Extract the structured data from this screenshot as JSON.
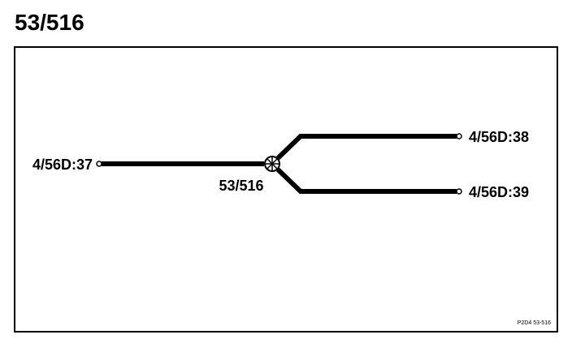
{
  "title": "53/516",
  "diagram": {
    "splice_label": "53/516",
    "input": {
      "label": "4/56D:37"
    },
    "outputs": [
      {
        "label": "4/56D:38"
      },
      {
        "label": "4/56D:39"
      }
    ],
    "reference": "P2D4  53-516",
    "colors": {
      "line": "#000000",
      "background": "#ffffff"
    }
  }
}
